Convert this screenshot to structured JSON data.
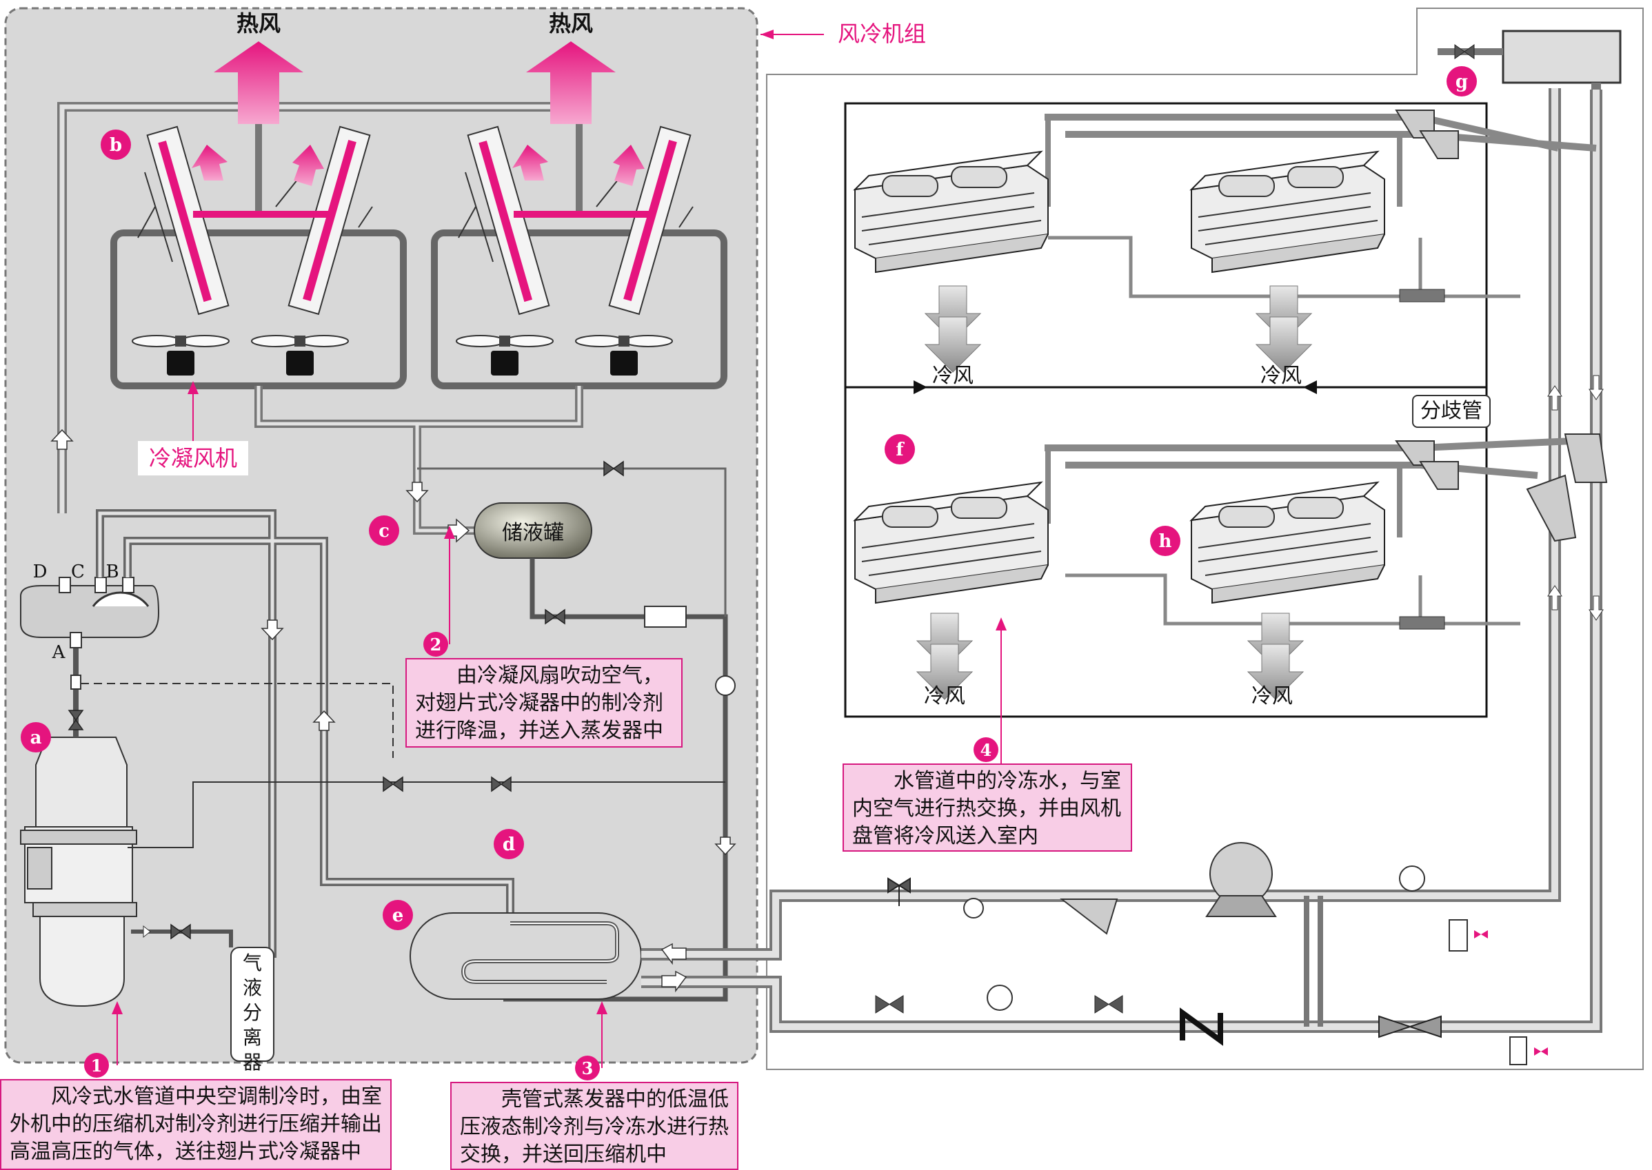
{
  "labels": {
    "hot_air_1": "热风",
    "hot_air_2": "热风",
    "unit_title": "风冷机组",
    "condenser_fan": "冷凝风机",
    "receiver": "储液罐",
    "separator": "气液分离器",
    "manifold": "分歧管",
    "cold_air_1": "冷风",
    "cold_air_2": "冷风",
    "cold_air_3": "冷风",
    "cold_air_4": "冷风",
    "port_a": "A",
    "port_b": "B",
    "port_c": "C",
    "port_d": "D"
  },
  "markers": {
    "a": "a",
    "b": "b",
    "c": "c",
    "d": "d",
    "e": "e",
    "f": "f",
    "g": "g",
    "h": "h"
  },
  "steps": [
    {
      "num": "1",
      "text": "风冷式水管道中央空调制冷时，由室外机中的压缩机对制冷剂进行压缩并输出高温高压的气体，送往翅片式冷凝器中"
    },
    {
      "num": "2",
      "text": "由冷凝风扇吹动空气，对翅片式冷凝器中的制冷剂进行降温，并送入蒸发器中"
    },
    {
      "num": "3",
      "text": "壳管式蒸发器中的低温低压液态制冷剂与冷冻水进行热交换，并送回压缩机中"
    },
    {
      "num": "4",
      "text": "水管道中的冷冻水，与室内空气进行热交换，并由风机盘管将冷风送入室内"
    }
  ],
  "colors": {
    "accent": "#e5147e",
    "panel": "#d8d8d8",
    "callout_bg": "#f8cde6"
  }
}
